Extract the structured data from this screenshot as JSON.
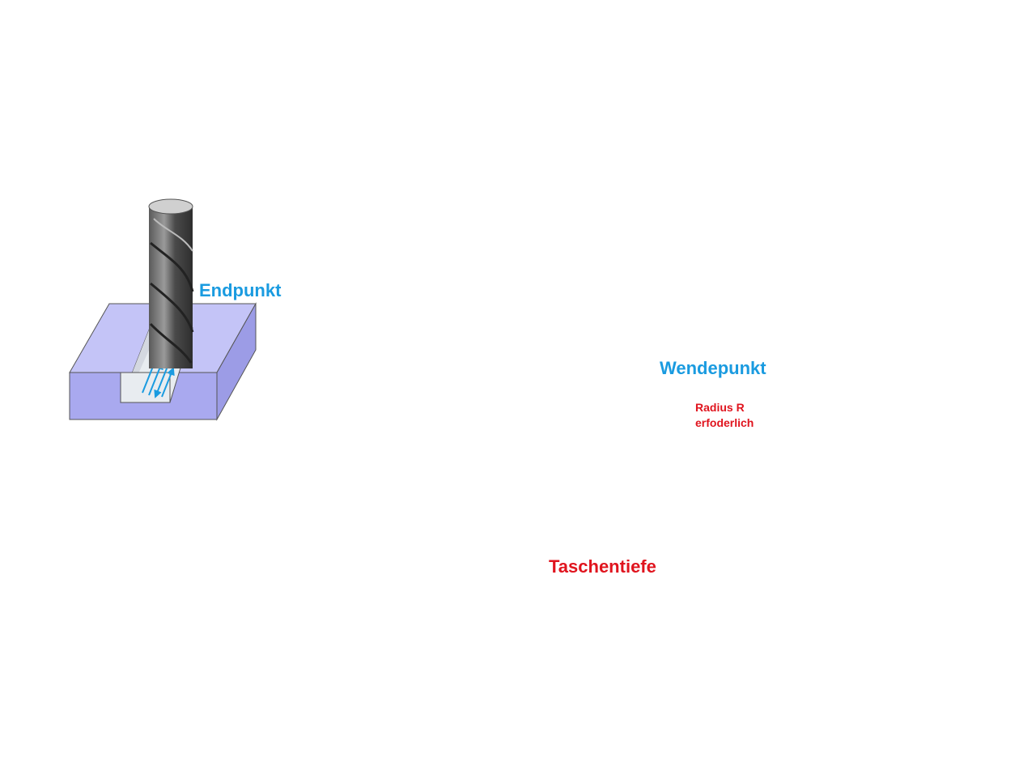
{
  "labels": {
    "endpunkt": "Endpunkt",
    "wendepunkt": "Wendepunkt",
    "radius_line1": "Radius R",
    "radius_line2": "erfoderlich",
    "taschentiefe": "Taschentiefe"
  },
  "colors": {
    "block_face": "#a9a9ef",
    "block_top": "#c4c4f7",
    "slot_floor": "#e8ecf0",
    "tool_dark": "#3a3a3a",
    "tool_light": "#8a8a8a",
    "arrow_blue": "#1a9be0",
    "accent_red": "#e0141e"
  },
  "icons": [
    "end-mill-icon",
    "flow-arrow-icon",
    "radius-circle-icon",
    "depth-arrow-icon"
  ]
}
